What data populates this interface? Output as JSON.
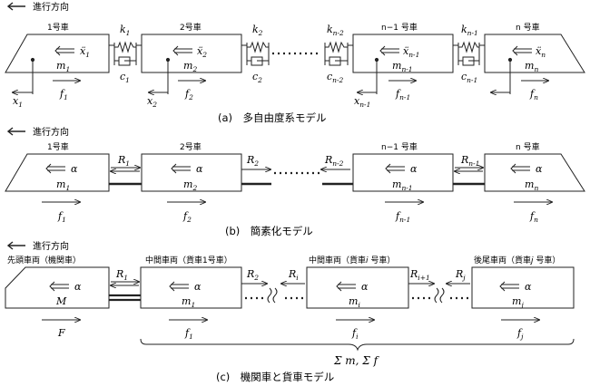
{
  "direction_label": "進行方向",
  "panel_a": {
    "caption": "(a)　多自由度系モデル",
    "cars": [
      {
        "title": "1号車",
        "accel": "ẍ",
        "accel_sub": "1",
        "mass": "m",
        "mass_sub": "1",
        "force": "f",
        "force_sub": "1",
        "disp": "x",
        "disp_sub": "1"
      },
      {
        "title": "2号車",
        "accel": "ẍ",
        "accel_sub": "2",
        "mass": "m",
        "mass_sub": "2",
        "force": "f",
        "force_sub": "2",
        "disp": "x",
        "disp_sub": "2"
      },
      {
        "title": "n−1 号車",
        "accel": "ẍ",
        "accel_sub": "n-1",
        "mass": "m",
        "mass_sub": "n-1",
        "force": "f",
        "force_sub": "n-1",
        "disp": "x",
        "disp_sub": "n-1"
      },
      {
        "title": "n 号車",
        "accel": "ẍ",
        "accel_sub": "n",
        "mass": "m",
        "mass_sub": "n",
        "force": "f",
        "force_sub": "n",
        "disp": "",
        "disp_sub": ""
      }
    ],
    "couplers": [
      {
        "k": "k",
        "k_sub": "1",
        "c": "c",
        "c_sub": "1"
      },
      {
        "k": "k",
        "k_sub": "2",
        "c": "c",
        "c_sub": "2"
      },
      {
        "k": "k",
        "k_sub": "n-2",
        "c": "c",
        "c_sub": "n-2"
      },
      {
        "k": "k",
        "k_sub": "n-1",
        "c": "c",
        "c_sub": "n-1"
      }
    ]
  },
  "panel_b": {
    "caption": "(b)　簡素化モデル",
    "cars": [
      {
        "title": "1号車",
        "mass": "m",
        "mass_sub": "1",
        "force": "f",
        "force_sub": "1"
      },
      {
        "title": "2号車",
        "mass": "m",
        "mass_sub": "2",
        "force": "f",
        "force_sub": "2"
      },
      {
        "title": "n−1 号車",
        "mass": "m",
        "mass_sub": "n-1",
        "force": "f",
        "force_sub": "n-1"
      },
      {
        "title": "n 号車",
        "mass": "m",
        "mass_sub": "n",
        "force": "f",
        "force_sub": "n"
      }
    ],
    "alpha": "α",
    "reactions": [
      {
        "R": "R",
        "sub": "1"
      },
      {
        "R": "R",
        "sub": "2"
      },
      {
        "R": "R",
        "sub": "n-2"
      },
      {
        "R": "R",
        "sub": "n-1"
      }
    ]
  },
  "panel_c": {
    "caption": "(c)　機関車と貨車モデル",
    "cars": [
      {
        "title": "先頭車両（機関車）",
        "mass": "M",
        "mass_sub": "",
        "force": "F",
        "force_sub": ""
      },
      {
        "title": "中間車両（貨車1号車）",
        "mass": "m",
        "mass_sub": "1",
        "force": "f",
        "force_sub": "1"
      },
      {
        "title": "中間車両（貨車",
        "title_var": "i",
        "title_end": " 号車）",
        "mass": "m",
        "mass_sub": "i",
        "force": "f",
        "force_sub": "i"
      },
      {
        "title": "後尾車両（貨車",
        "title_var": "j",
        "title_end": " 号車）",
        "mass": "m",
        "mass_sub": "j",
        "force": "f",
        "force_sub": "j"
      }
    ],
    "alpha": "α",
    "reactions": [
      {
        "R": "R",
        "sub": "1"
      },
      {
        "R": "R",
        "sub": "2"
      },
      {
        "R": "R",
        "sub": "i"
      },
      {
        "R": "R",
        "sub": "i+1"
      },
      {
        "R": "R",
        "sub": "j"
      }
    ],
    "sum_label": "Σ m, Σ f"
  },
  "colors": {
    "line": "#222222",
    "fill": "#ffffff"
  }
}
